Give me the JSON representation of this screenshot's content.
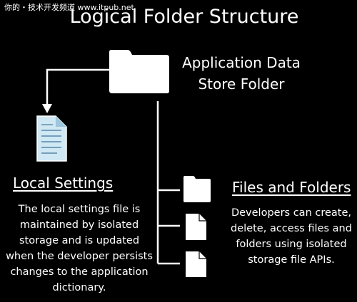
{
  "watermark": "你的・技术开发频道 www.itpub.net",
  "title": "Logical Folder Structure",
  "root_folder": {
    "label": "Application Data Store Folder",
    "icon": "folder-icon"
  },
  "local_settings": {
    "heading": "Local Settings",
    "description": "The local settings file is maintained by isolated storage and is updated when the developer persists changes to the application dictionary.",
    "icon": "settings-file-icon"
  },
  "files_and_folders": {
    "heading": "Files and Folders",
    "description": "Developers can create, delete, access files and folders using isolated storage file APIs.",
    "icons": [
      "folder-icon",
      "file-icon",
      "file-icon"
    ]
  },
  "colors": {
    "background": "#000000",
    "foreground": "#ffffff",
    "settings_file_fill": "#cfe8f4"
  }
}
